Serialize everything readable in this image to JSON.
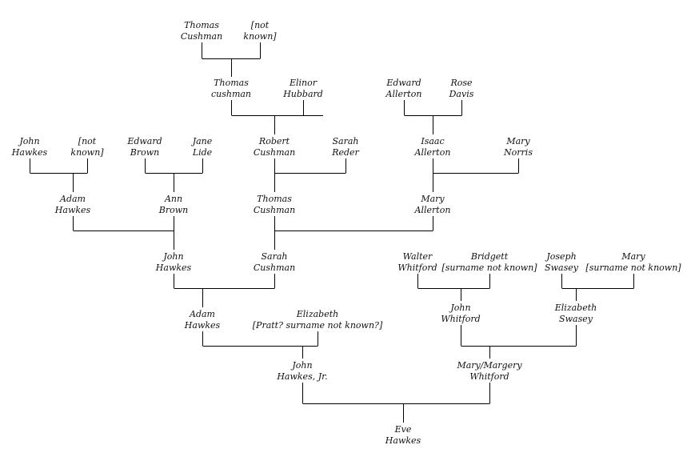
{
  "people": {
    "thomas_cushman_1": [
      "Thomas",
      "Cushman"
    ],
    "not_known_1": [
      "[not",
      "known]"
    ],
    "thomas_cushman_2": [
      "Thomas",
      "cushman"
    ],
    "elinor_hubbard": [
      "Elinor",
      "Hubbard"
    ],
    "edward_allerton": [
      "Edward",
      "Allerton"
    ],
    "rose_davis": [
      "Rose",
      "Davis"
    ],
    "john_hawkes_1": [
      "John",
      "Hawkes"
    ],
    "not_known_2": [
      "[not",
      "known]"
    ],
    "edward_brown": [
      "Edward",
      "Brown"
    ],
    "jane_lide": [
      "Jane",
      "Lide"
    ],
    "robert_cushman": [
      "Robert",
      "Cushman"
    ],
    "sarah_reder": [
      "Sarah",
      "Reder"
    ],
    "isaac_allerton": [
      "Isaac",
      "Allerton"
    ],
    "mary_norris": [
      "Mary",
      "Norris"
    ],
    "adam_hawkes_1": [
      "Adam",
      "Hawkes"
    ],
    "ann_brown": [
      "Ann",
      "Brown"
    ],
    "thomas_cushman_3": [
      "Thomas",
      "Cushman"
    ],
    "mary_allerton": [
      "Mary",
      "Allerton"
    ],
    "john_hawkes_2": [
      "John",
      "Hawkes"
    ],
    "sarah_cushman": [
      "Sarah",
      "Cushman"
    ],
    "walter_whitford": [
      "Walter",
      "Whitford"
    ],
    "bridgett": [
      "Bridgett",
      "[surname not known]"
    ],
    "joseph_swasey": [
      "Joseph",
      "Swasey"
    ],
    "mary_unknown": [
      "Mary",
      "[surname not known]"
    ],
    "adam_hawkes_2": [
      "Adam",
      "Hawkes"
    ],
    "elizabeth_pratt": [
      "Elizabeth",
      "[Pratt? surname not known?]"
    ],
    "john_whitford": [
      "John",
      "Whitford"
    ],
    "elizabeth_swasey": [
      "Elizabeth",
      "Swasey"
    ],
    "john_hawkes_jr": [
      "John",
      "Hawkes, Jr."
    ],
    "mary_margery_whitford": [
      "Mary/Margery",
      "Whitford"
    ],
    "eve_hawkes": [
      "Eve",
      "Hawkes"
    ]
  }
}
